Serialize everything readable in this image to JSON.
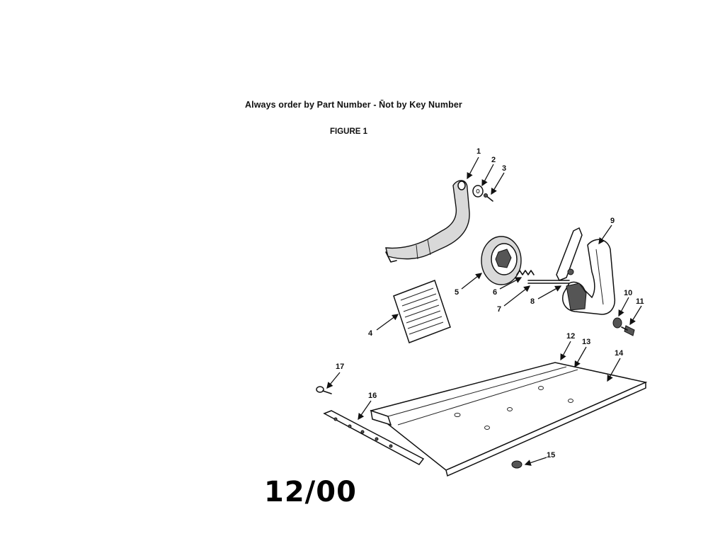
{
  "header": {
    "note": "Always order by Part Number - N̄ot by Key Number",
    "figure_title": "FIGURE 1"
  },
  "callouts": {
    "k1": "1",
    "k2": "2",
    "k3": "3",
    "k4": "4",
    "k5": "5",
    "k6": "6",
    "k7": "7",
    "k8": "8",
    "k9": "9",
    "k10": "10",
    "k11": "11",
    "k12": "12",
    "k13": "13",
    "k14": "14",
    "k15": "15",
    "k16": "16",
    "k17": "17"
  },
  "footer": {
    "date": "12/00"
  }
}
